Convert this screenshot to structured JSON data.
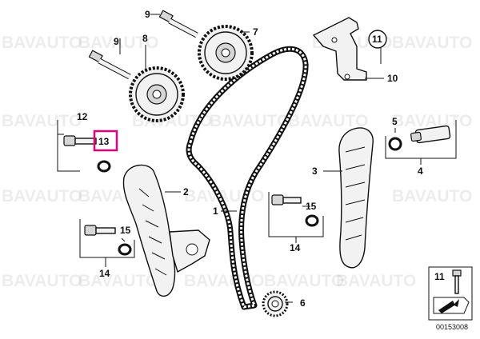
{
  "watermark": "BAVAUTO",
  "highlight_color": "#e6007e",
  "callouts": {
    "c1": "1",
    "c2": "2",
    "c3": "3",
    "c4": "4",
    "c5": "5",
    "c6": "6",
    "c7": "7",
    "c8": "8",
    "c9a": "9",
    "c9b": "9",
    "c10": "10",
    "c11a": "11",
    "c12": "12",
    "c13": "13",
    "c14a": "14",
    "c14b": "14",
    "c15a": "15",
    "c15b": "15"
  },
  "legend": {
    "number": "11"
  },
  "image_number": "00153008"
}
